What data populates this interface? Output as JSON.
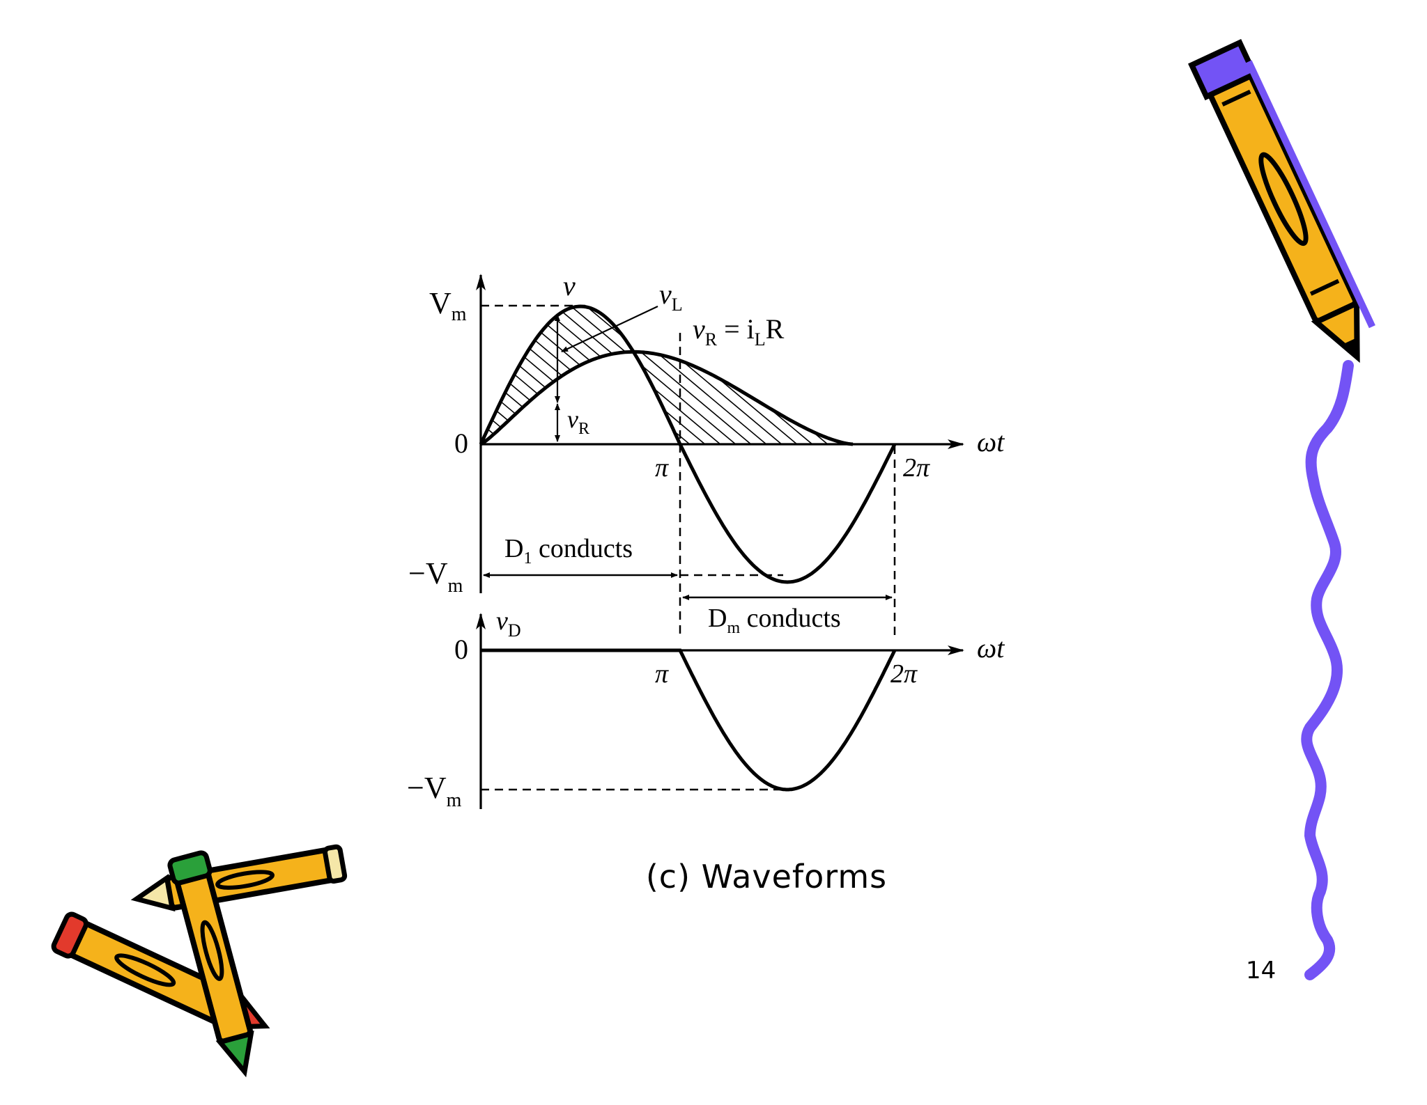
{
  "figure": {
    "caption": "(c) Waveforms",
    "page_number": "14",
    "top_plot": {
      "y_axis_labels": {
        "positive_peak": "V",
        "positive_peak_sub": "m",
        "zero": "0",
        "negative_peak_prefix": "−V",
        "negative_peak_sub": "m"
      },
      "x_axis_label": "ωt",
      "x_ticks": [
        "π",
        "2π"
      ],
      "curve_labels": {
        "v": "v",
        "v_L": "v",
        "v_L_sub": "L",
        "v_R_eq_lhs": "v",
        "v_R_eq_lhs_sub": "R",
        "v_R_eq_rhs": " = i",
        "v_R_eq_rhs_sub": "L",
        "v_R_eq_tail": "R",
        "v_R": "v",
        "v_R_sub": "R"
      },
      "interval_labels": {
        "d1_main": "D",
        "d1_sub": "1",
        "d1_tail": " conducts",
        "dm_main": "D",
        "dm_sub": "m",
        "dm_tail": " conducts"
      }
    },
    "bottom_plot": {
      "y_axis_labels": {
        "name": "v",
        "name_sub": "D",
        "zero": "0",
        "negative_peak_prefix": "−V",
        "negative_peak_sub": "m"
      },
      "x_axis_label": "ωt",
      "x_ticks": [
        "π",
        "2π"
      ]
    }
  },
  "decorations": {
    "top_right": "pencil-clipart",
    "right_edge": "purple-squiggle",
    "bottom_left": "crossed-pencils-clipart"
  },
  "colors": {
    "background": "#ffffff",
    "ink": "#000000",
    "pencil_body": "#f5b21b",
    "squiggle": "#7353f5",
    "pencil_tip_red": "#e23a2c",
    "pencil_tip_green": "#2aa03a"
  }
}
